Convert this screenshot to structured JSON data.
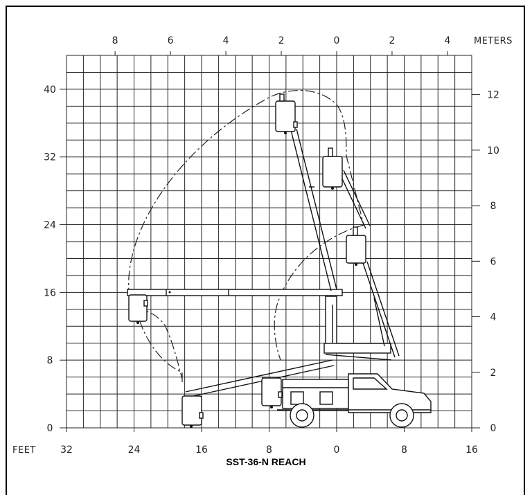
{
  "chart_data": {
    "type": "reach-diagram",
    "title": "SST-36-N REACH",
    "axes": {
      "feet_y": {
        "label": "FEET",
        "ticks": [
          "0",
          "8",
          "16",
          "24",
          "32",
          "40"
        ],
        "range": [
          0,
          44
        ]
      },
      "feet_x": {
        "ticks": [
          "32",
          "24",
          "16",
          "8",
          "0",
          "8",
          "16"
        ],
        "range": [
          -32,
          16
        ]
      },
      "meters_x": {
        "label": "METERS",
        "ticks": [
          "8",
          "6",
          "4",
          "2",
          "0",
          "2",
          "4"
        ]
      },
      "meters_y": {
        "ticks": [
          "0",
          "2",
          "4",
          "6",
          "8",
          "10",
          "12"
        ]
      }
    },
    "grid": true
  }
}
